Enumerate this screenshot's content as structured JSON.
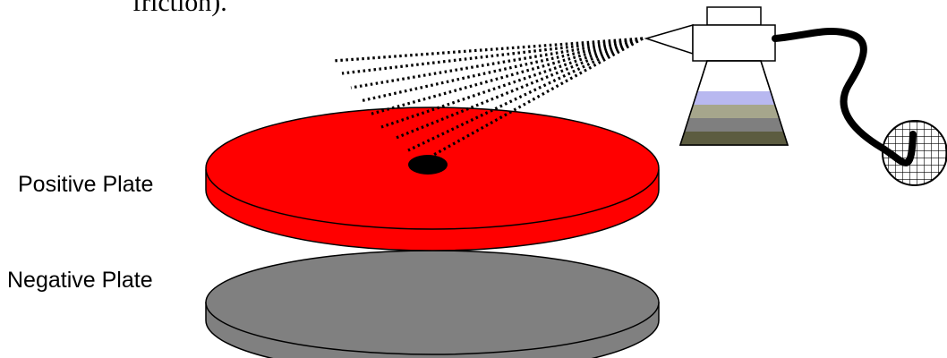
{
  "caption_fragment": "friction).",
  "labels": {
    "positive_plate": "Positive Plate",
    "negative_plate": "Negative Plate"
  },
  "colors": {
    "positive_plate": "#ff0000",
    "negative_plate": "#808080",
    "outline": "#000000",
    "liquid_layers": [
      "#b8b8f0",
      "#a6a68c",
      "#7f7f7f",
      "#5c5c40"
    ]
  },
  "icons": [
    "spray-nozzle-icon",
    "spray-bottle-icon",
    "hose-icon",
    "bulb-icon"
  ]
}
